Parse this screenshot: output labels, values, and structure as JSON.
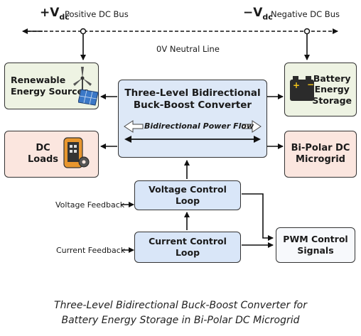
{
  "bus": {
    "positive_symbol": "+V",
    "positive_sub": "dc",
    "positive_label": "Positive DC Bus",
    "negative_symbol": "−V",
    "negative_sub": "dc",
    "negative_label": "Negative DC Bus",
    "neutral_label": "0V Neutral Line"
  },
  "blocks": {
    "renewable": [
      "Renewable",
      "Energy Sources"
    ],
    "battery": [
      "Battery",
      "Energy",
      "Storage"
    ],
    "converter_title": [
      "Three-Level Bidirectional",
      "Buck-Boost Converter"
    ],
    "power_flow": "Bidirectional Power Flow",
    "dc_loads": [
      "DC",
      "Loads"
    ],
    "microgrid": [
      "Bi-Polar DC",
      "Microgrid"
    ],
    "voltage_loop": "Voltage Control Loop",
    "current_loop": "Current Control Loop",
    "pwm": [
      "PWM Control",
      "Signals"
    ]
  },
  "feedback": {
    "voltage": "Voltage Feedback",
    "current": "Current Feedback"
  },
  "caption": [
    "Three-Level Bidirectional Buck-Boost Converter for",
    "Battery Energy Storage in Bi-Polar DC Microgrid"
  ],
  "icons": [
    "wind-turbine-icon",
    "solar-panel-icon",
    "battery-icon",
    "phone-gear-icon"
  ]
}
